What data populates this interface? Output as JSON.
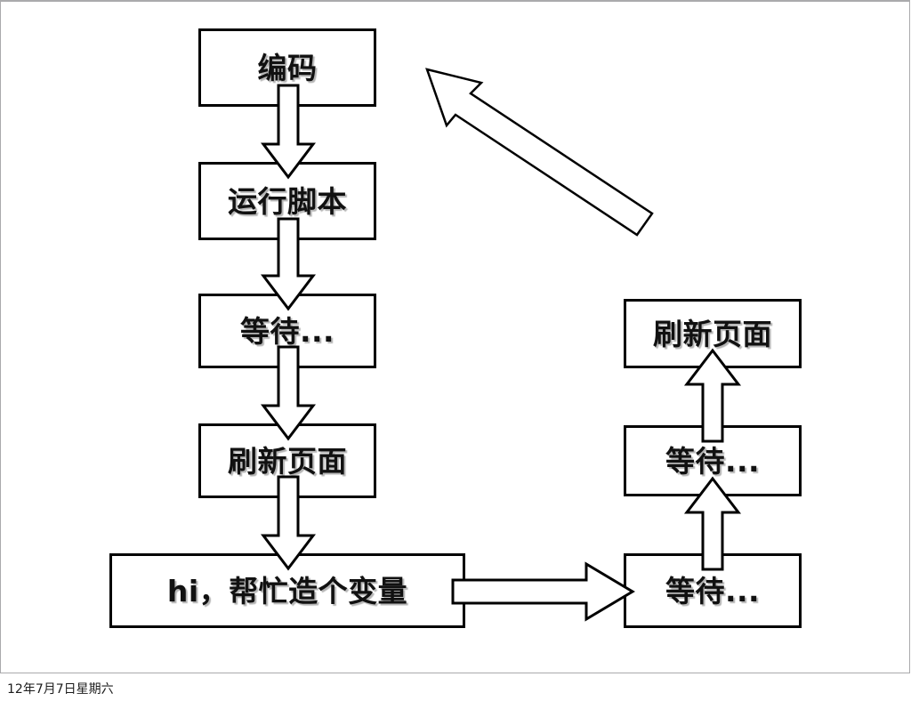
{
  "slide": {
    "date_label": "12年7月7日星期六",
    "background_color": "#ffffff",
    "frame_color": "#aaaaac",
    "stroke_color": "#000000"
  },
  "diagram": {
    "type": "flowchart",
    "left_column": [
      {
        "id": "coding",
        "label": "编码"
      },
      {
        "id": "run-script",
        "label": "运行脚本"
      },
      {
        "id": "wait-1",
        "label": "等待..."
      },
      {
        "id": "refresh-1",
        "label": "刷新页面"
      },
      {
        "id": "request",
        "label": "hi，帮忙造个变量"
      }
    ],
    "right_column": [
      {
        "id": "refresh-2",
        "label": "刷新页面"
      },
      {
        "id": "wait-2",
        "label": "等待..."
      },
      {
        "id": "wait-3",
        "label": "等待..."
      }
    ],
    "connectors": [
      {
        "id": "down-1",
        "direction": "down",
        "from": "coding",
        "to": "run-script"
      },
      {
        "id": "down-2",
        "direction": "down",
        "from": "run-script",
        "to": "wait-1"
      },
      {
        "id": "down-3",
        "direction": "down",
        "from": "wait-1",
        "to": "refresh-1"
      },
      {
        "id": "down-4",
        "direction": "down",
        "from": "refresh-1",
        "to": "request"
      },
      {
        "id": "right-1",
        "direction": "right",
        "from": "request",
        "to": "wait-3"
      },
      {
        "id": "up-1",
        "direction": "up",
        "from": "wait-2",
        "to": "refresh-2"
      },
      {
        "id": "up-2",
        "direction": "up",
        "from": "wait-3",
        "to": "wait-2"
      },
      {
        "id": "diagonal",
        "direction": "up-left",
        "from": "refresh-2",
        "to": "coding"
      }
    ]
  }
}
